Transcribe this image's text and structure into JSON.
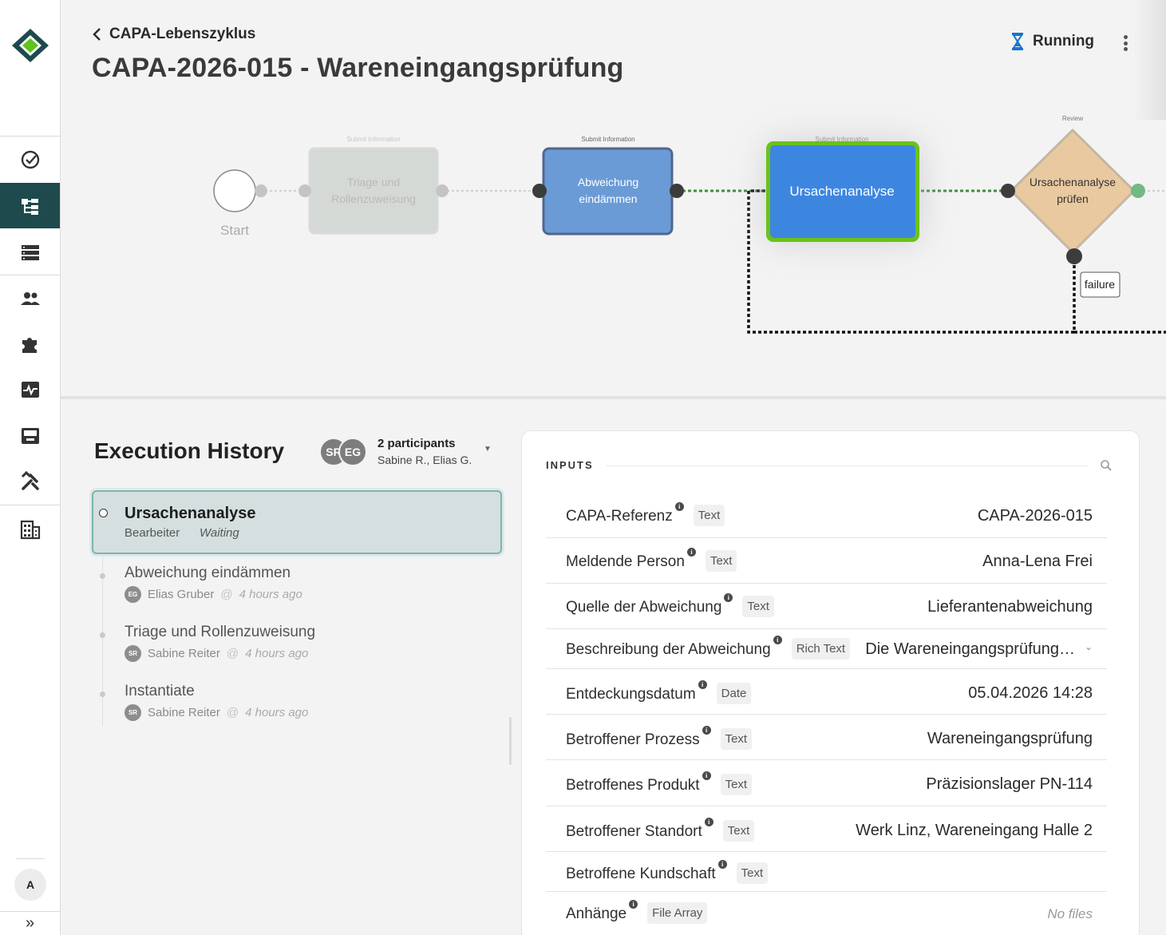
{
  "header": {
    "back_label": "CAPA-Lebenszyklus",
    "title": "CAPA-2026-015 - Wareneingangsprüfung",
    "status": "Running"
  },
  "colors": {
    "sidebar_active": "#1e4a4d",
    "active_node": "#3d86e0",
    "active_border": "#6ac21a",
    "review_node": "#e9c9a0",
    "completed_node": "#6a9bd6"
  },
  "sidebar": {
    "items": [
      {
        "icon": "check-circle-icon"
      },
      {
        "icon": "workflow-icon",
        "active": true
      },
      {
        "icon": "list-icon"
      },
      {
        "icon": "people-icon"
      },
      {
        "icon": "puzzle-icon"
      },
      {
        "icon": "activity-icon"
      },
      {
        "icon": "inbox-icon"
      },
      {
        "icon": "tools-icon"
      },
      {
        "icon": "building-icon"
      }
    ],
    "user_initial": "A",
    "expand_label": "»"
  },
  "workflow": {
    "start_label": "Start",
    "nodes": [
      {
        "caption": "Submit Information",
        "line1": "Triage und",
        "line2": "Rollenzuweisung",
        "state": "completed-faded"
      },
      {
        "caption": "Submit Information",
        "line1": "Abweichung",
        "line2": "eindämmen",
        "state": "completed"
      },
      {
        "caption": "Submit Information",
        "line1": "Ursachenanalyse",
        "state": "active"
      },
      {
        "caption": "Review",
        "line1": "Ursachenanalyse",
        "line2": "prüfen",
        "state": "pending"
      }
    ],
    "edge_label": "failure"
  },
  "history": {
    "title": "Execution History",
    "participants": {
      "count_label": "2 participants",
      "names": "Sabine R., Elias G.",
      "avatars": [
        "SR",
        "EG"
      ]
    },
    "active": {
      "name": "Ursachenanalyse",
      "role": "Bearbeiter",
      "state": "Waiting"
    },
    "entries": [
      {
        "name": "Abweichung eindämmen",
        "initials": "EG",
        "user": "Elias Gruber",
        "at": "@",
        "time": "4 hours ago"
      },
      {
        "name": "Triage und Rollenzuweisung",
        "initials": "SR",
        "user": "Sabine Reiter",
        "at": "@",
        "time": "4 hours ago"
      },
      {
        "name": "Instantiate",
        "initials": "SR",
        "user": "Sabine Reiter",
        "at": "@",
        "time": "4 hours ago"
      }
    ]
  },
  "inputs": {
    "heading": "INPUTS",
    "info_glyph": "i",
    "rows": [
      {
        "label": "CAPA-Referenz",
        "type": "Text",
        "value": "CAPA-2026-015"
      },
      {
        "label": "Meldende Person",
        "type": "Text",
        "value": "Anna-Lena Frei"
      },
      {
        "label": "Quelle der Abweichung",
        "type": "Text",
        "value": "Lieferantenabweichung"
      },
      {
        "label": "Beschreibung der Abweichung",
        "type": "Rich Text",
        "value": "Die Wareneingangsprüfung…",
        "expand": "⌄"
      },
      {
        "label": "Entdeckungsdatum",
        "type": "Date",
        "value": "05.04.2026 14:28"
      },
      {
        "label": "Betroffener Prozess",
        "type": "Text",
        "value": "Wareneingangsprüfung"
      },
      {
        "label": "Betroffenes Produkt",
        "type": "Text",
        "value": "Präzisionslager PN-114"
      },
      {
        "label": "Betroffener Standort",
        "type": "Text",
        "value": "Werk Linz, Wareneingang Halle 2"
      },
      {
        "label": "Betroffene Kundschaft",
        "type": "Text",
        "value": ""
      },
      {
        "label": "Anhänge",
        "type": "File Array",
        "value": "No files"
      }
    ]
  }
}
